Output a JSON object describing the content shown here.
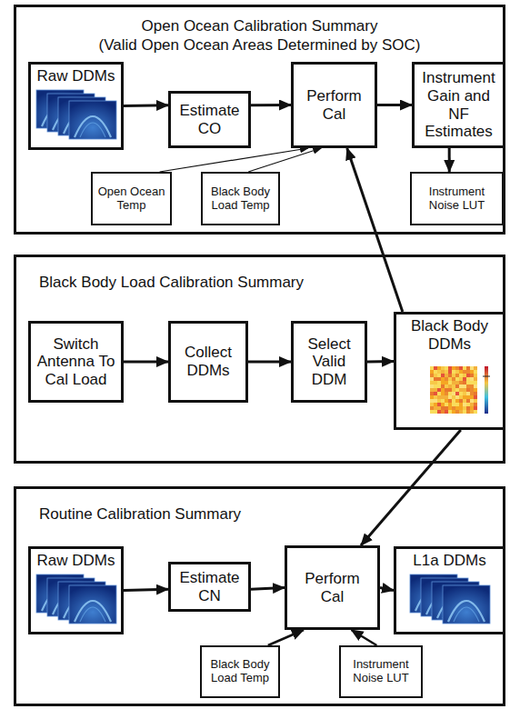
{
  "diagram": {
    "nodes": [
      {
        "text": [
          "Open Ocean Calibration Summary",
          "(Valid Open Ocean Areas Determined by SOC)"
        ]
      },
      {
        "text": [
          "Raw DDMs"
        ],
        "in": 0
      },
      {
        "text": [
          "Estimate CO"
        ],
        "in": 0
      },
      {
        "text": [
          "Perform Cal"
        ],
        "in": 0
      },
      {
        "text": [
          "Instrument Gain and NF Estimates"
        ],
        "in": 0
      },
      {
        "text": [
          "Open Ocean Temp"
        ],
        "in": 0
      },
      {
        "text": [
          "Black Body Load Temp"
        ],
        "in": 0
      },
      {
        "text": [
          "Instrument Noise LUT"
        ],
        "in": 0
      },
      {
        "text": [
          "Black Body Load Calibration Summary"
        ]
      },
      {
        "text": [
          "Switch Antenna To Cal Load"
        ],
        "in": 8
      },
      {
        "text": [
          "Collect DDMs"
        ],
        "in": 8
      },
      {
        "text": [
          "Select Valid DDM"
        ],
        "in": 8
      },
      {
        "text": [
          "Black Body DDMs"
        ],
        "in": 8
      },
      {
        "text": [
          "Routine Calibration Summary"
        ]
      },
      {
        "text": [
          "Raw DDMs"
        ],
        "in": 13
      },
      {
        "text": [
          "Estimate CN"
        ],
        "in": 13
      },
      {
        "text": [
          "Perform Cal"
        ],
        "in": 13
      },
      {
        "text": [
          "L1a DDMs"
        ],
        "in": 13
      },
      {
        "text": [
          "Black Body Load Temp"
        ],
        "in": 13
      },
      {
        "text": [
          "Instrument Noise LUT"
        ],
        "in": 13
      }
    ],
    "edges": [
      {
        "from": 1,
        "to": 2,
        "arrow": "to"
      },
      {
        "from": 2,
        "to": 3,
        "arrow": "to"
      },
      {
        "from": 3,
        "to": 4,
        "arrow": "to"
      },
      {
        "from": 5,
        "to": 3,
        "arrow": "to"
      },
      {
        "from": 6,
        "to": 3,
        "arrow": "to"
      },
      {
        "from": 4,
        "to": 7,
        "arrow": "to"
      },
      {
        "from": 12,
        "to": 3,
        "arrow": "to"
      },
      {
        "from": 9,
        "to": 10,
        "arrow": "to"
      },
      {
        "from": 10,
        "to": 11,
        "arrow": "to"
      },
      {
        "from": 11,
        "to": 12,
        "arrow": "to"
      },
      {
        "from": 12,
        "to": 16,
        "arrow": "to"
      },
      {
        "from": 14,
        "to": 15,
        "arrow": "to"
      },
      {
        "from": 15,
        "to": 16,
        "arrow": "to"
      },
      {
        "from": 16,
        "to": 17,
        "arrow": "to"
      },
      {
        "from": 18,
        "to": 16,
        "arrow": "to"
      },
      {
        "from": 19,
        "to": 16,
        "arrow": "to"
      }
    ]
  }
}
